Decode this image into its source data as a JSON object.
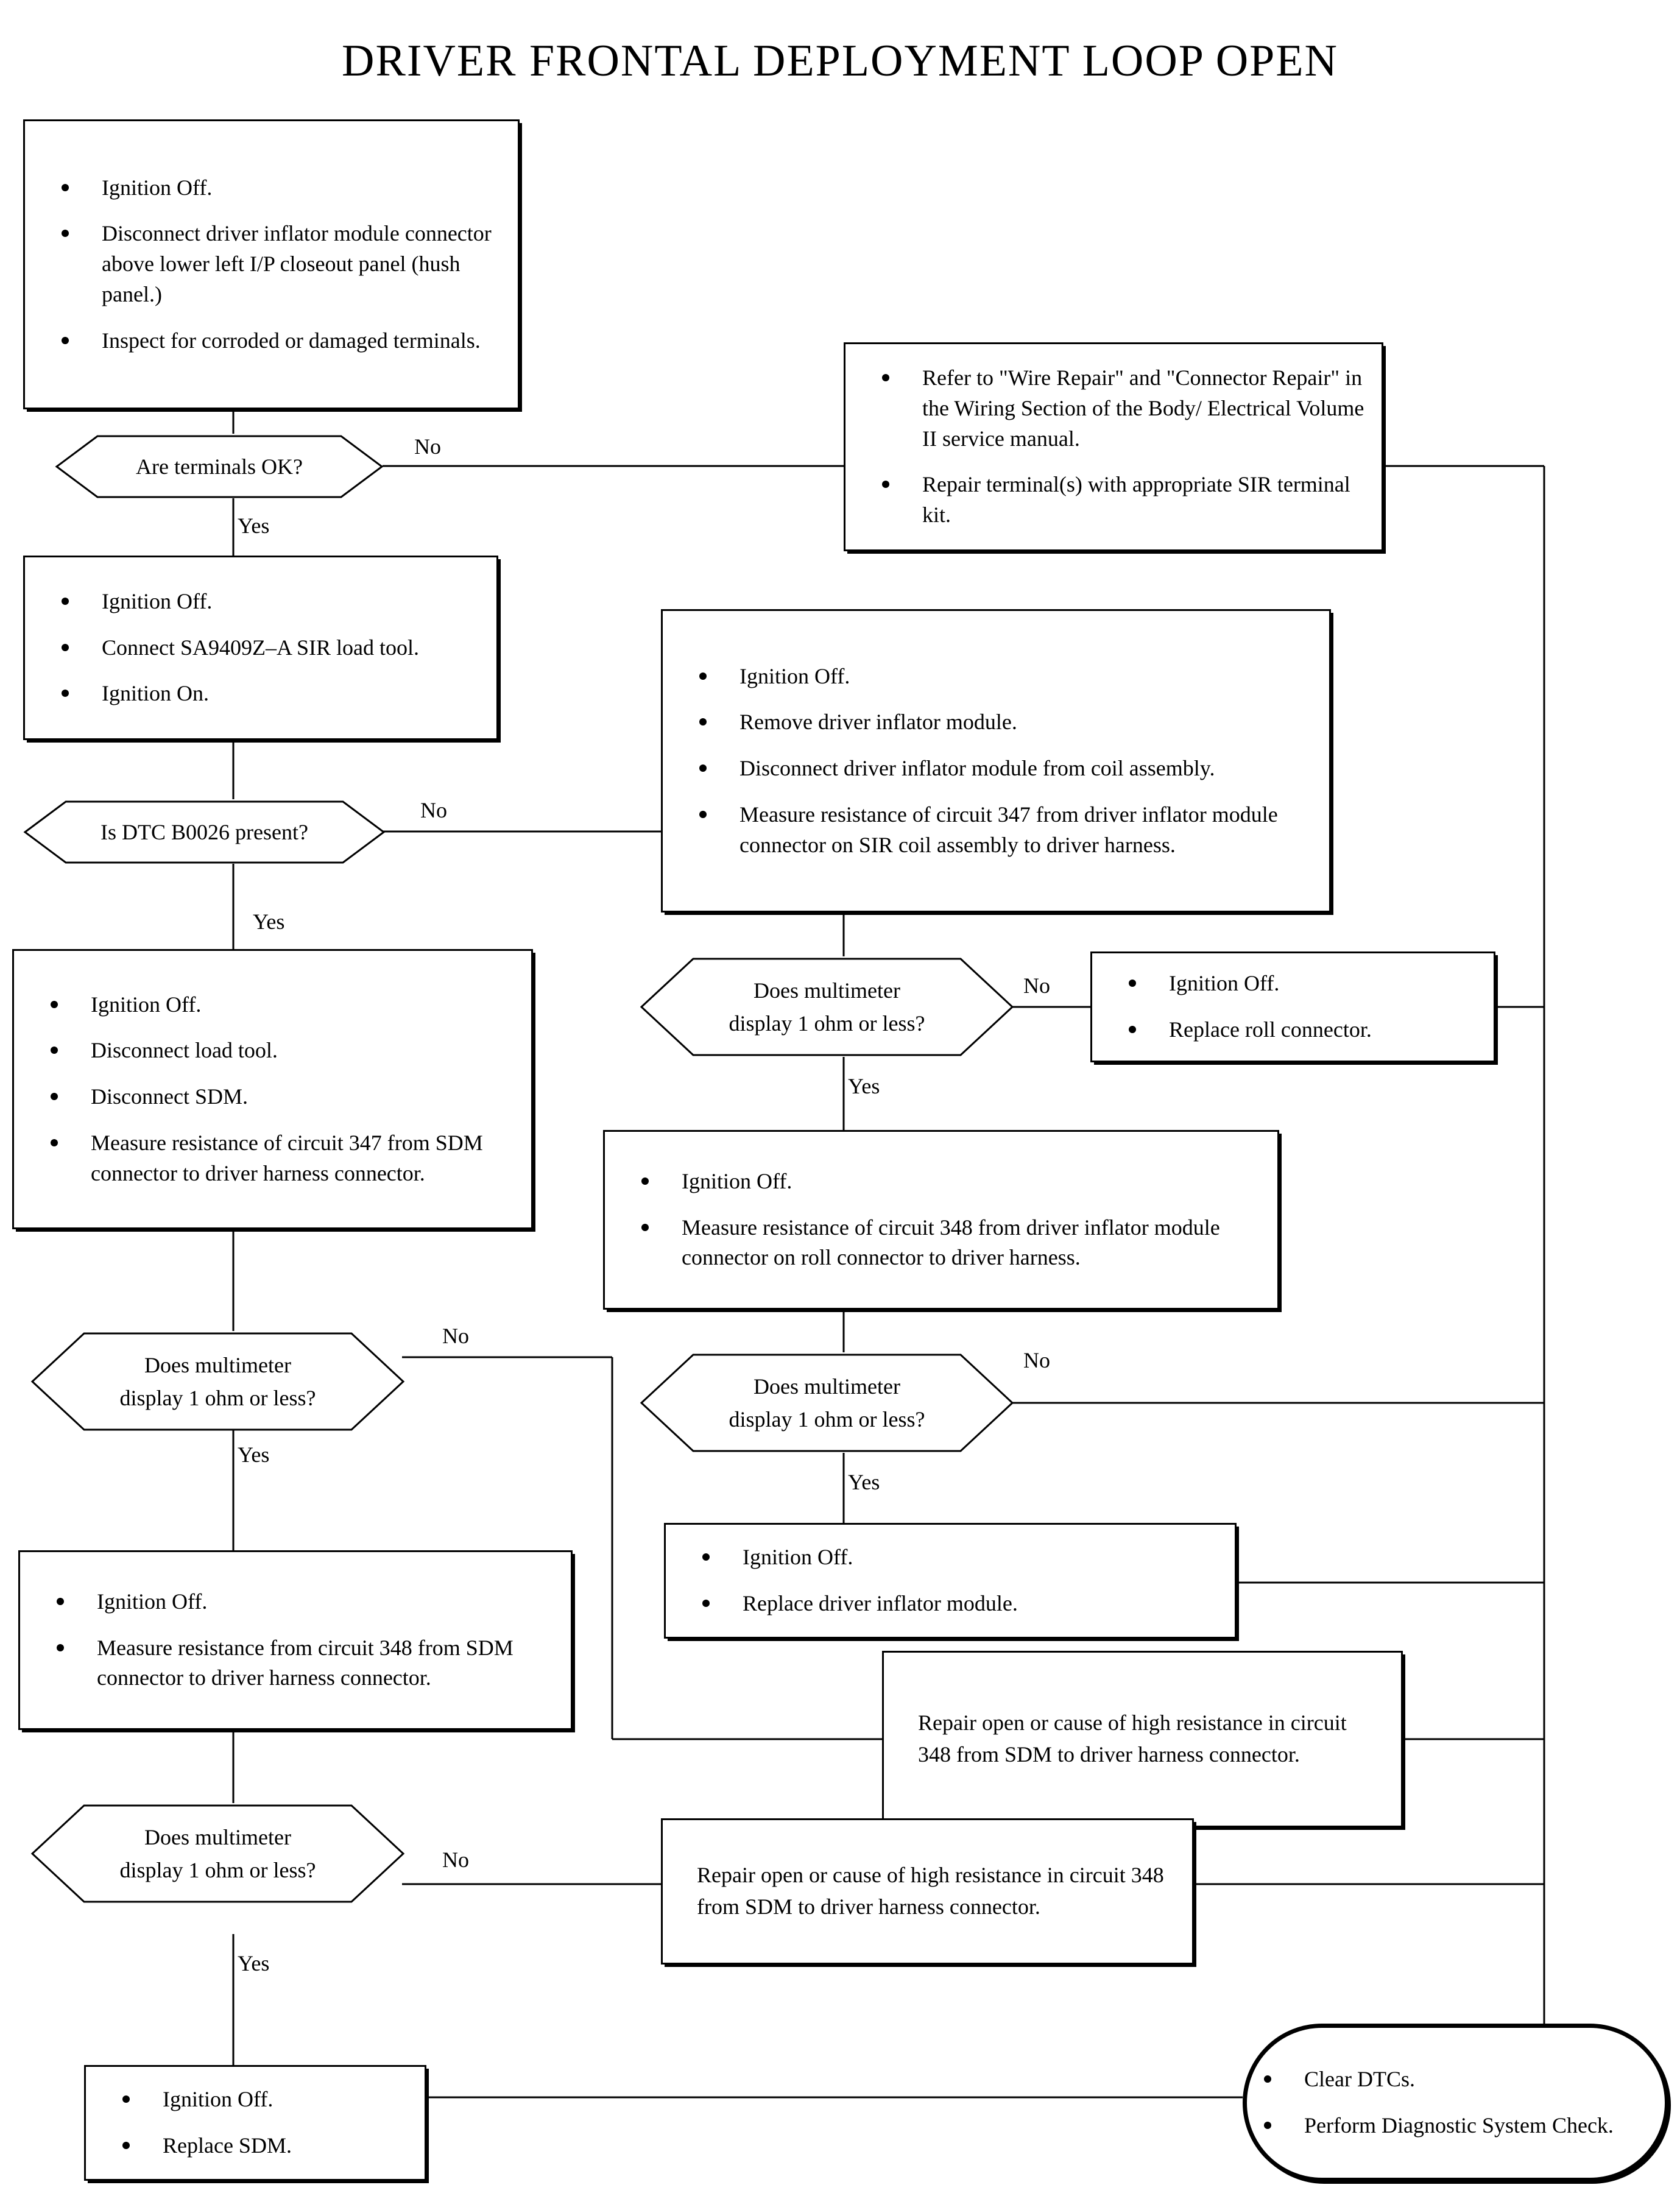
{
  "title": "DRIVER FRONTAL DEPLOYMENT LOOP OPEN",
  "colors": {
    "ink": "#000000",
    "paper": "#ffffff"
  },
  "edge_labels": {
    "yes": "Yes",
    "no": "No"
  },
  "nodes": {
    "n1_inspect": {
      "type": "process",
      "bullets": [
        "Ignition Off.",
        "Disconnect driver inflator module connector above lower left I/P closeout panel (hush panel.)",
        "Inspect for corroded or damaged terminals."
      ]
    },
    "n2_terminals_ok": {
      "type": "decision",
      "lines": [
        "Are terminals OK?"
      ]
    },
    "n3_wire_repair": {
      "type": "process",
      "bullets": [
        "Refer to \"Wire Repair\" and \"Connector Repair\" in the Wiring Section of the Body/ Electrical Volume II service manual.",
        "Repair terminal(s) with appropriate SIR terminal kit."
      ]
    },
    "n4_load_tool": {
      "type": "process",
      "bullets": [
        "Ignition Off.",
        "Connect SA9409Z–A SIR load tool.",
        "Ignition On."
      ]
    },
    "n5_dtc_present": {
      "type": "decision",
      "lines": [
        "Is DTC B0026 present?"
      ]
    },
    "n6_measure_347_coil": {
      "type": "process",
      "bullets": [
        "Ignition Off.",
        "Remove driver inflator module.",
        "Disconnect driver inflator module from coil assembly.",
        "Measure resistance of circuit 347 from driver inflator module connector on SIR coil assembly to driver harness."
      ]
    },
    "n7_ohm_check_a": {
      "type": "decision",
      "lines": [
        "Does multimeter",
        "display 1 ohm or less?"
      ]
    },
    "n8_replace_roll": {
      "type": "process",
      "bullets": [
        "Ignition Off.",
        "Replace roll connector."
      ]
    },
    "n9_measure_347_sdm": {
      "type": "process",
      "bullets": [
        "Ignition Off.",
        "Disconnect load tool.",
        "Disconnect SDM.",
        "Measure resistance of circuit 347 from SDM connector to driver harness connector."
      ]
    },
    "n10_measure_348_roll": {
      "type": "process",
      "bullets": [
        "Ignition Off.",
        "Measure resistance of circuit 348 from driver inflator module connector on roll connector to driver harness."
      ]
    },
    "n11_ohm_check_b": {
      "type": "decision",
      "lines": [
        "Does multimeter",
        "display 1 ohm or less?"
      ]
    },
    "n12_ohm_check_c": {
      "type": "decision",
      "lines": [
        "Does multimeter",
        "display 1 ohm or less?"
      ]
    },
    "n13_replace_inflator": {
      "type": "process",
      "bullets": [
        "Ignition Off.",
        "Replace driver inflator module."
      ]
    },
    "n14_measure_348_sdm": {
      "type": "process",
      "bullets": [
        "Ignition Off.",
        "Measure resistance from circuit 348 from SDM connector to driver harness connector."
      ]
    },
    "n15_repair_348_a": {
      "type": "process",
      "text": "Repair open or cause of high resistance in circuit 348 from SDM to driver harness connector."
    },
    "n16_ohm_check_d": {
      "type": "decision",
      "lines": [
        "Does multimeter",
        "display 1 ohm or less?"
      ]
    },
    "n17_repair_348_b": {
      "type": "process",
      "text": "Repair open or cause of high resistance in circuit 348 from SDM to driver harness connector."
    },
    "n18_replace_sdm": {
      "type": "process",
      "bullets": [
        "Ignition Off.",
        "Replace SDM."
      ]
    },
    "n19_end": {
      "type": "terminator",
      "bullets": [
        "Clear DTCs.",
        "Perform Diagnostic System Check."
      ]
    }
  }
}
